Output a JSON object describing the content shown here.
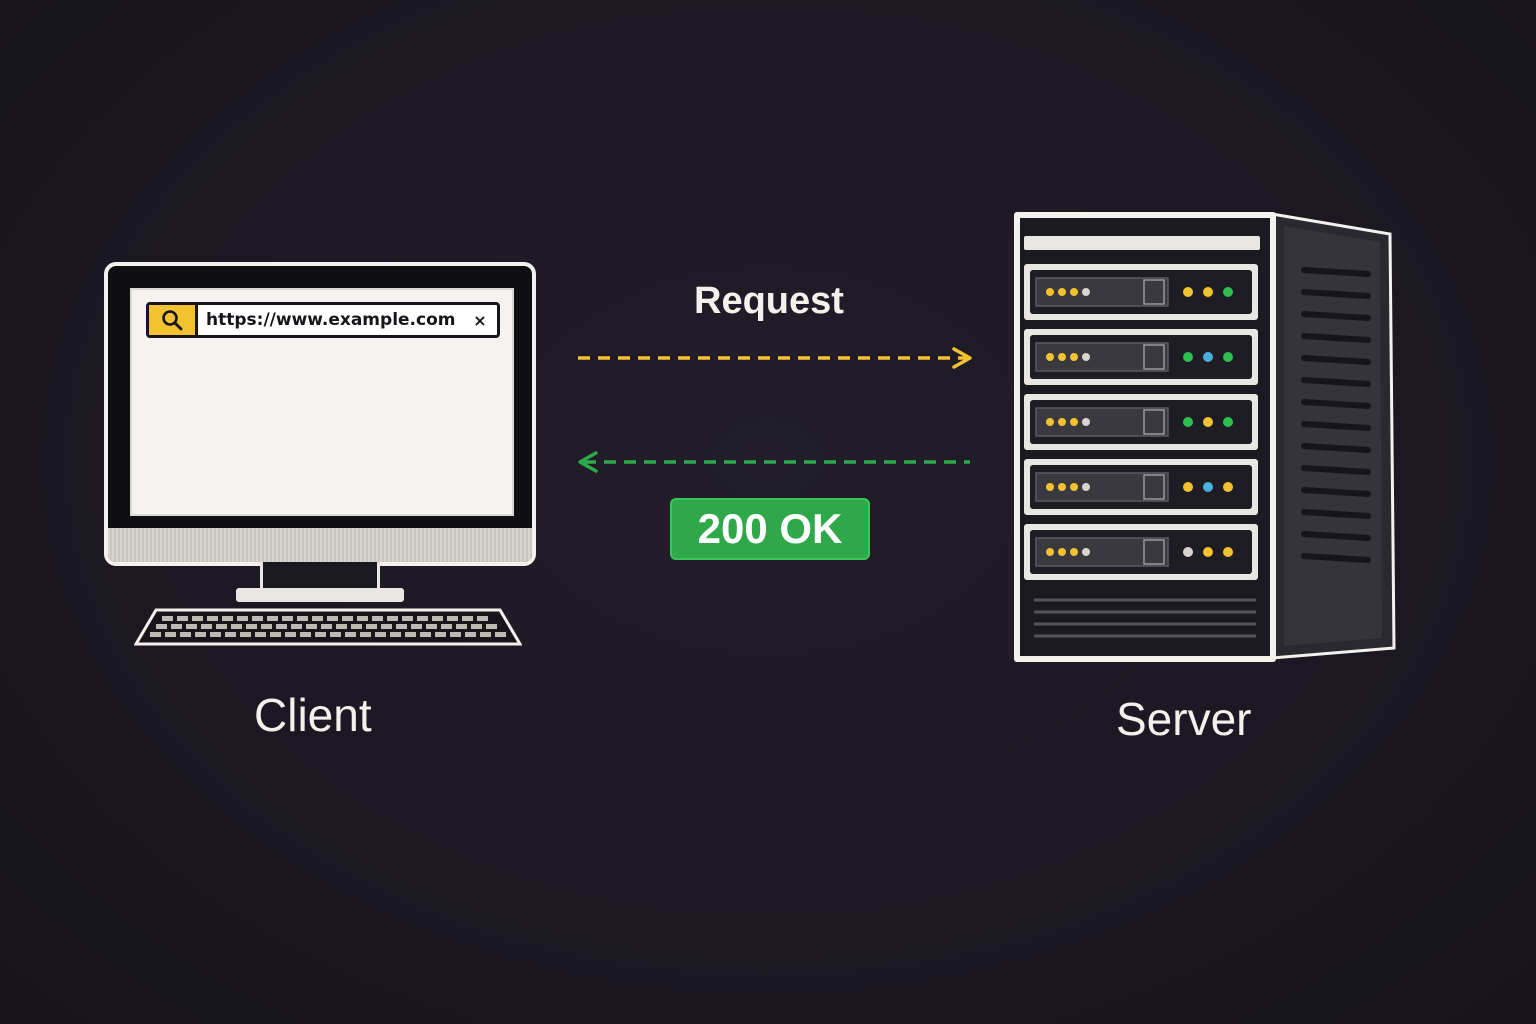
{
  "client": {
    "label": "Client",
    "browser": {
      "url": "https://www.example.com",
      "search_icon": "search-icon",
      "clear_icon": "close-icon",
      "clear_glyph": "×"
    }
  },
  "server": {
    "label": "Server",
    "rack_units": [
      {
        "status_leds": [
          "#f2c230",
          "#f2c230",
          "#2fbf4f"
        ]
      },
      {
        "status_leds": [
          "#2fbf4f",
          "#4ab0e0",
          "#2fbf4f"
        ]
      },
      {
        "status_leds": [
          "#2fbf4f",
          "#f2c230",
          "#2fbf4f"
        ]
      },
      {
        "status_leds": [
          "#f2c230",
          "#4ab0e0",
          "#f2c230"
        ]
      },
      {
        "status_leds": [
          "#d8d5cf",
          "#f2c230",
          "#f2c230"
        ]
      }
    ]
  },
  "request": {
    "label": "Request",
    "color": "#f2c230",
    "direction": "client-to-server"
  },
  "response": {
    "status": "200 OK",
    "color": "#2fa84a",
    "direction": "server-to-client"
  },
  "colors": {
    "background": "#1b1822",
    "outline": "#f3f1ec",
    "accent_yellow": "#f2c230",
    "accent_green": "#2fa84a"
  }
}
